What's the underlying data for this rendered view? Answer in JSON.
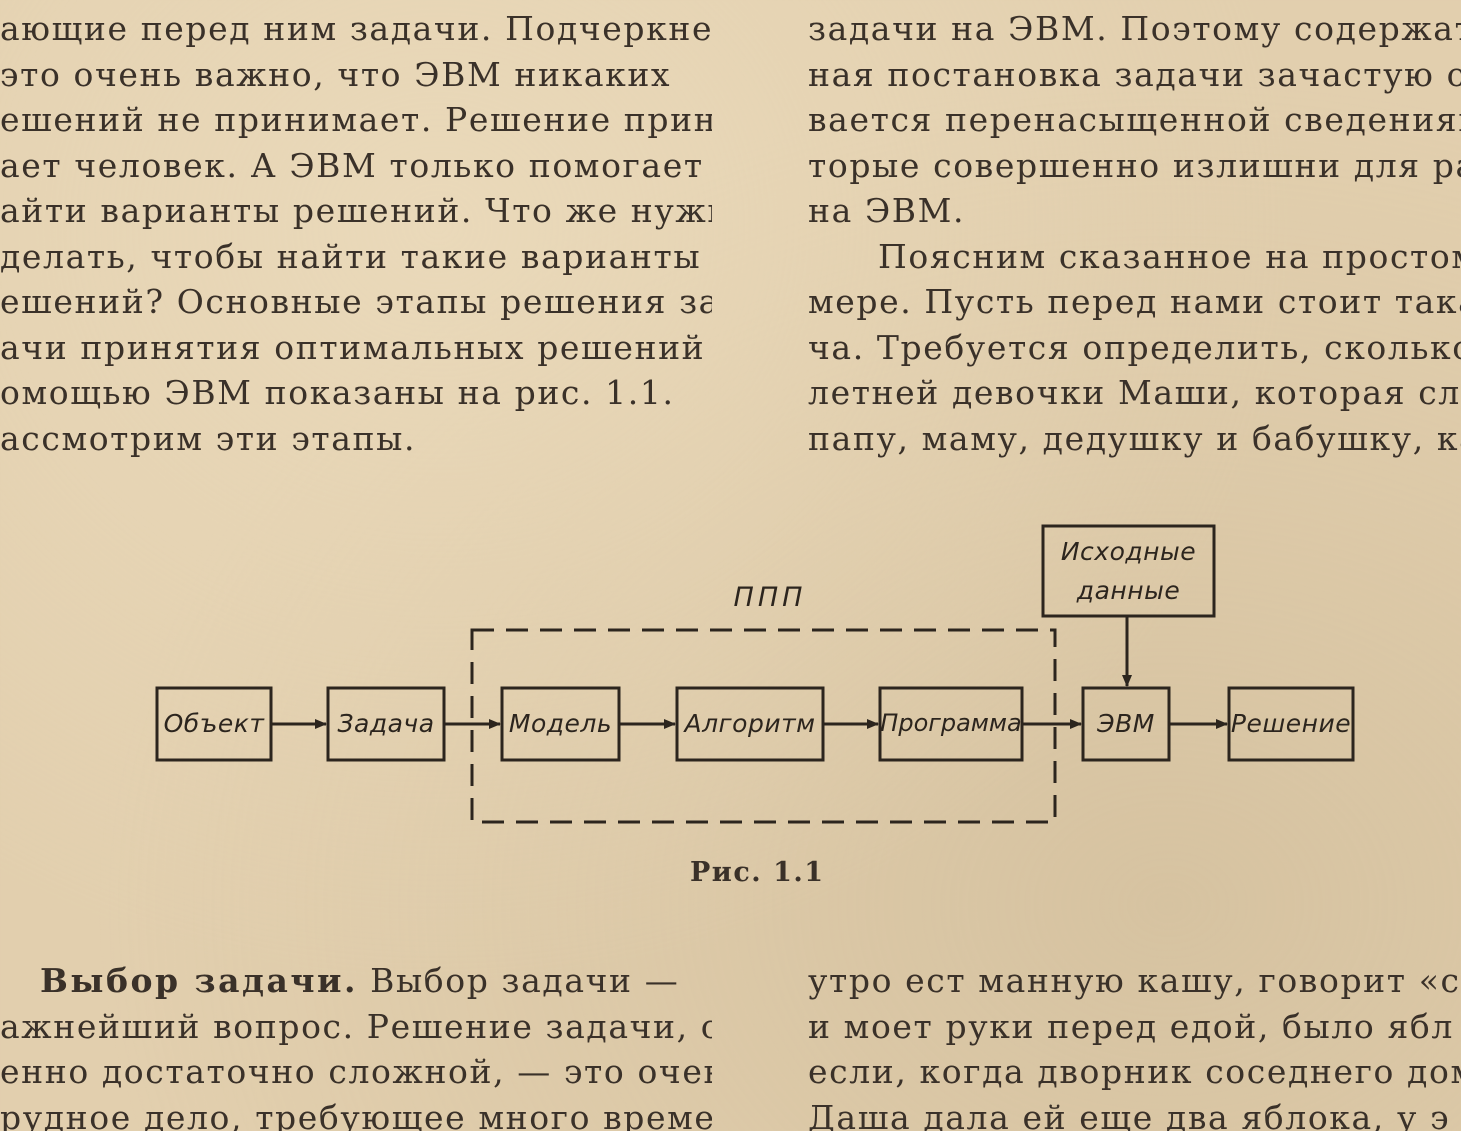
{
  "top_left_column": [
    "ающие перед ним задачи. Подчеркнем,",
    " это очень важно, что ЭВМ никаких",
    "ешений не принимает. Решение прини-",
    "ает человек. А ЭВМ только помогает",
    "айти варианты решений. Что же нужно",
    "делать, чтобы найти такие варианты",
    "ешений? Основные этапы решения за-",
    "ачи принятия оптимальных решений с",
    "омощью ЭВМ показаны на рис. 1.1.",
    "ассмотрим эти этапы."
  ],
  "top_right_column": [
    "задачи на ЭВМ. Поэтому содержат",
    "ная постановка задачи зачастую ок",
    "вается перенасыщенной сведениями",
    "торые совершенно излишни для ра",
    "на ЭВМ.",
    "Поясним сказанное на простом",
    "мере. Пусть перед нами стоит такая з",
    "ча. Требуется определить, сколько у п",
    "летней девочки Маши, которая слу",
    "папу, маму, дедушку и бабушку, каж"
  ],
  "figure": {
    "group_label": "ППП",
    "nodes": {
      "object": "Объект",
      "task": "Задача",
      "model": "Модель",
      "algorithm": "Алгоритм",
      "program": "Программа",
      "computer": "ЭВМ",
      "solution": "Решение",
      "input_line1": "Исходные",
      "input_line2": "данные"
    },
    "caption": "Рис. 1.1"
  },
  "bottom_left_column": {
    "heading": "Выбор задачи.",
    "line1_rest": " Выбор задачи —",
    "lines": [
      "ажнейший вопрос. Решение задачи, осо-",
      "енно достаточно сложной, — это очень",
      "рудное дело, требующее много времени."
    ]
  },
  "bottom_right_column": [
    "утро ест манную кашу, говорит «спаси",
    "и моет руки перед едой, было ябл",
    "если, когда дворник соседнего дома т",
    "Даша дала ей еще два яблока, у э"
  ]
}
